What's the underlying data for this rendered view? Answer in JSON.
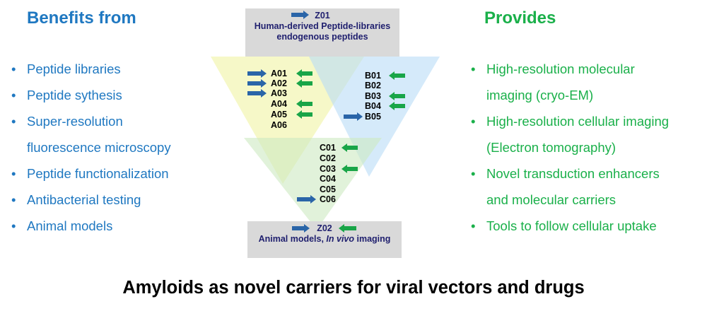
{
  "benefits": {
    "title": "Benefits from",
    "items": [
      "Peptide libraries",
      "Peptide sythesis",
      "Super-resolution",
      "fluorescence microscopy",
      "Peptide functionalization",
      "Antibacterial testing",
      "Animal models"
    ]
  },
  "provides": {
    "title": "Provides",
    "items": [
      "High-resolution molecular",
      "imaging (cryo-EM)",
      "High-resolution cellular imaging",
      "(Electron tomography)",
      "Novel transduction enhancers",
      "and molecular carriers",
      "Tools to follow cellular uptake"
    ]
  },
  "top_box": {
    "id": "Z01",
    "line1": "Human-derived Peptide-libraries",
    "line2": "endogenous peptides"
  },
  "bottom_box": {
    "id": "Z02",
    "line_pre": "Animal models, ",
    "line_italic": "In vivo",
    "line_post": " imaging"
  },
  "codes": {
    "a": [
      "A01",
      "A02",
      "A03",
      "A04",
      "A05",
      "A06"
    ],
    "b": [
      "B01",
      "B02",
      "B03",
      "B04",
      "B05"
    ],
    "c": [
      "C01",
      "C02",
      "C03",
      "C04",
      "C05",
      "C06"
    ]
  },
  "colors": {
    "benefits": "#1f78c1",
    "provides": "#1ab04a",
    "arrow_in": "#2a65a8",
    "arrow_out": "#19a548",
    "triangle_a": "#f2f5b0",
    "triangle_b": "#cfe6f8",
    "triangle_c": "#d7efcf"
  },
  "footer": {
    "title": "Amyloids as novel carriers for viral vectors and drugs"
  }
}
